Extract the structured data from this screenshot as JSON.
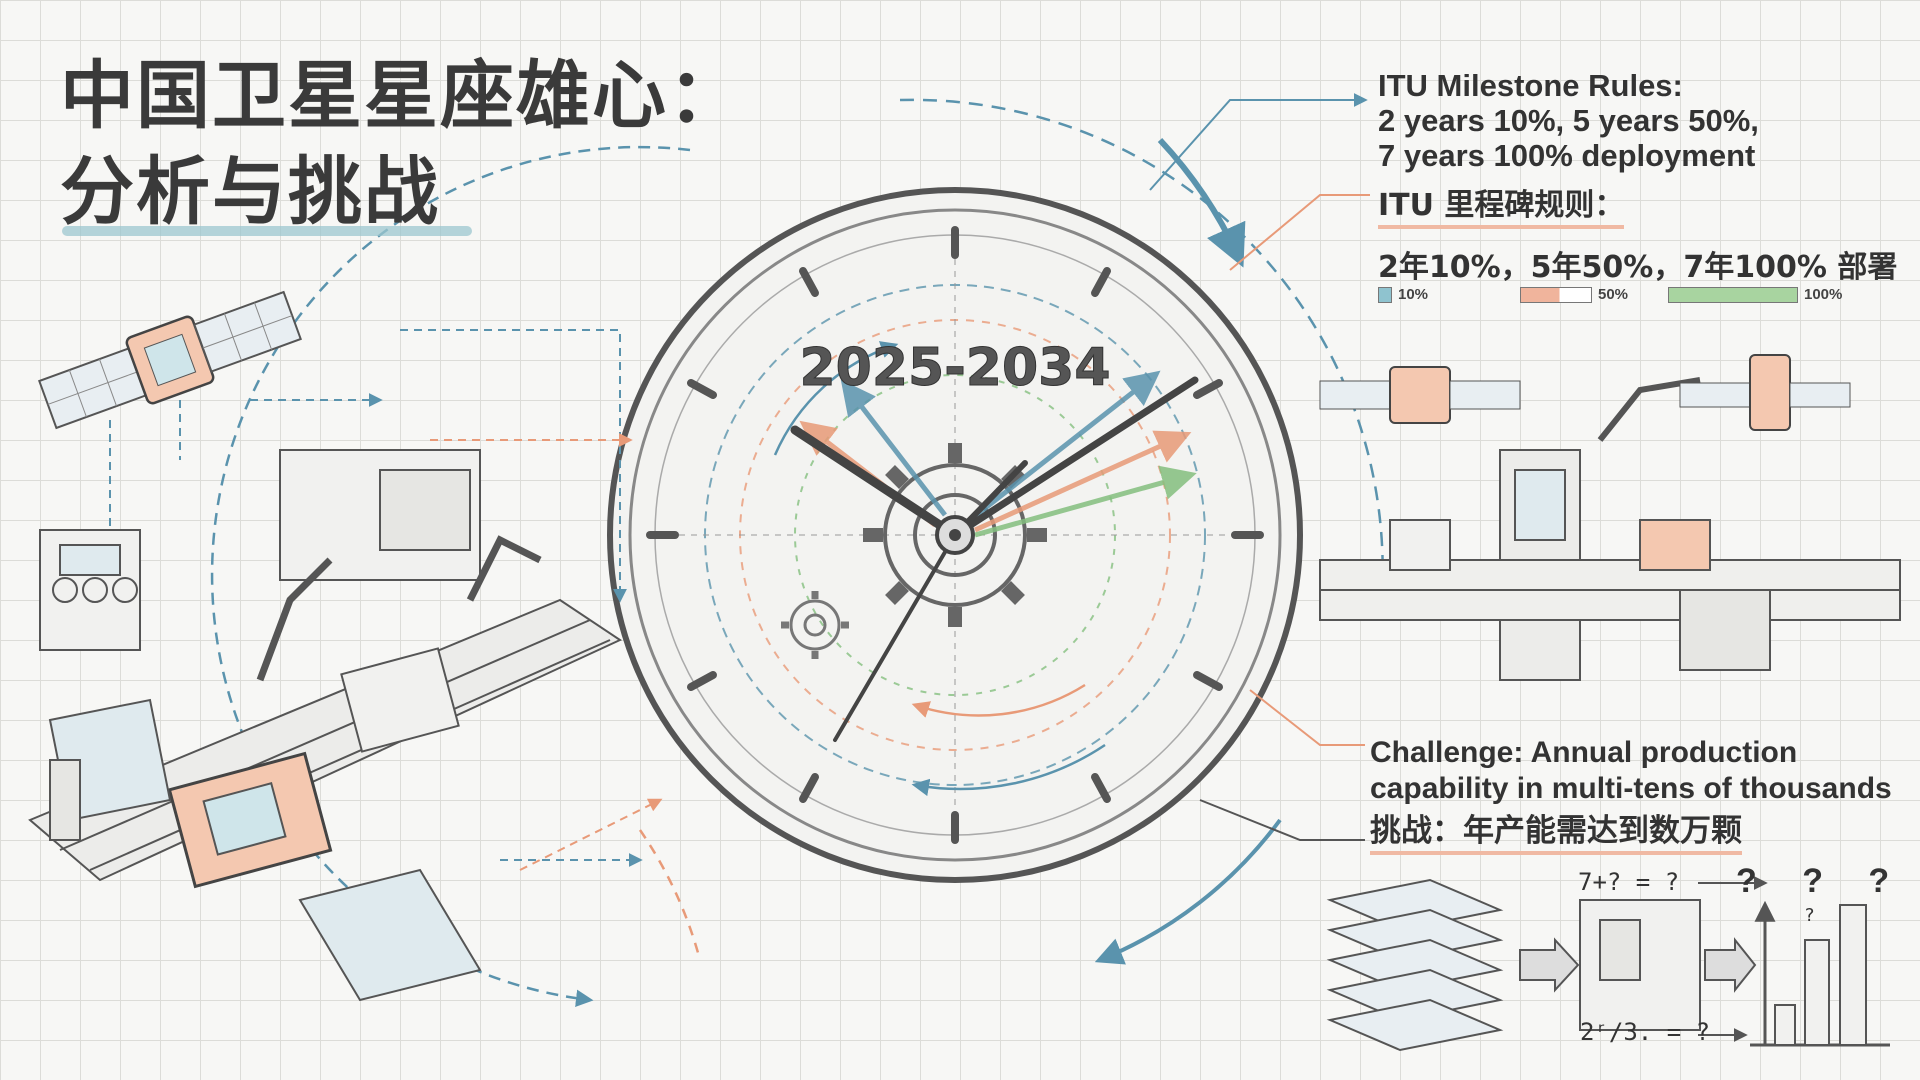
{
  "title": {
    "line1": "中国卫星星座雄心：",
    "line2": "分析与挑战"
  },
  "clock": {
    "period": "2025-2034"
  },
  "itu_rules": {
    "en_title": "ITU Milestone Rules:",
    "en_line1": "2 years 10%, 5 years 50%,",
    "en_line2": "7 years 100% deployment",
    "zh_title": "ITU 里程碑规则：",
    "zh_line": "2年10%，5年50%，7年100% 部署",
    "legend": [
      {
        "label": "10%",
        "value": 10,
        "color": "#8fc3cf"
      },
      {
        "label": "50%",
        "value": 50,
        "color": "#f0b49c"
      },
      {
        "label": "100%",
        "value": 100,
        "color": "#a8d4a0"
      }
    ]
  },
  "challenge": {
    "en_line1": "Challenge: Annual production",
    "en_line2": "capability in multi-tens of thousands",
    "zh": "挑战：年产能需达到数万颗"
  },
  "sketch": {
    "eq_top": "7+? = ?",
    "eq_bottom": "2ʳ/3. = ?",
    "qmarks": "? ? ?",
    "mini_q": "?"
  },
  "colors": {
    "blue": "#5a93ad",
    "orange": "#e89a78",
    "green": "#84bf7f",
    "ink": "#3a3a3a"
  }
}
